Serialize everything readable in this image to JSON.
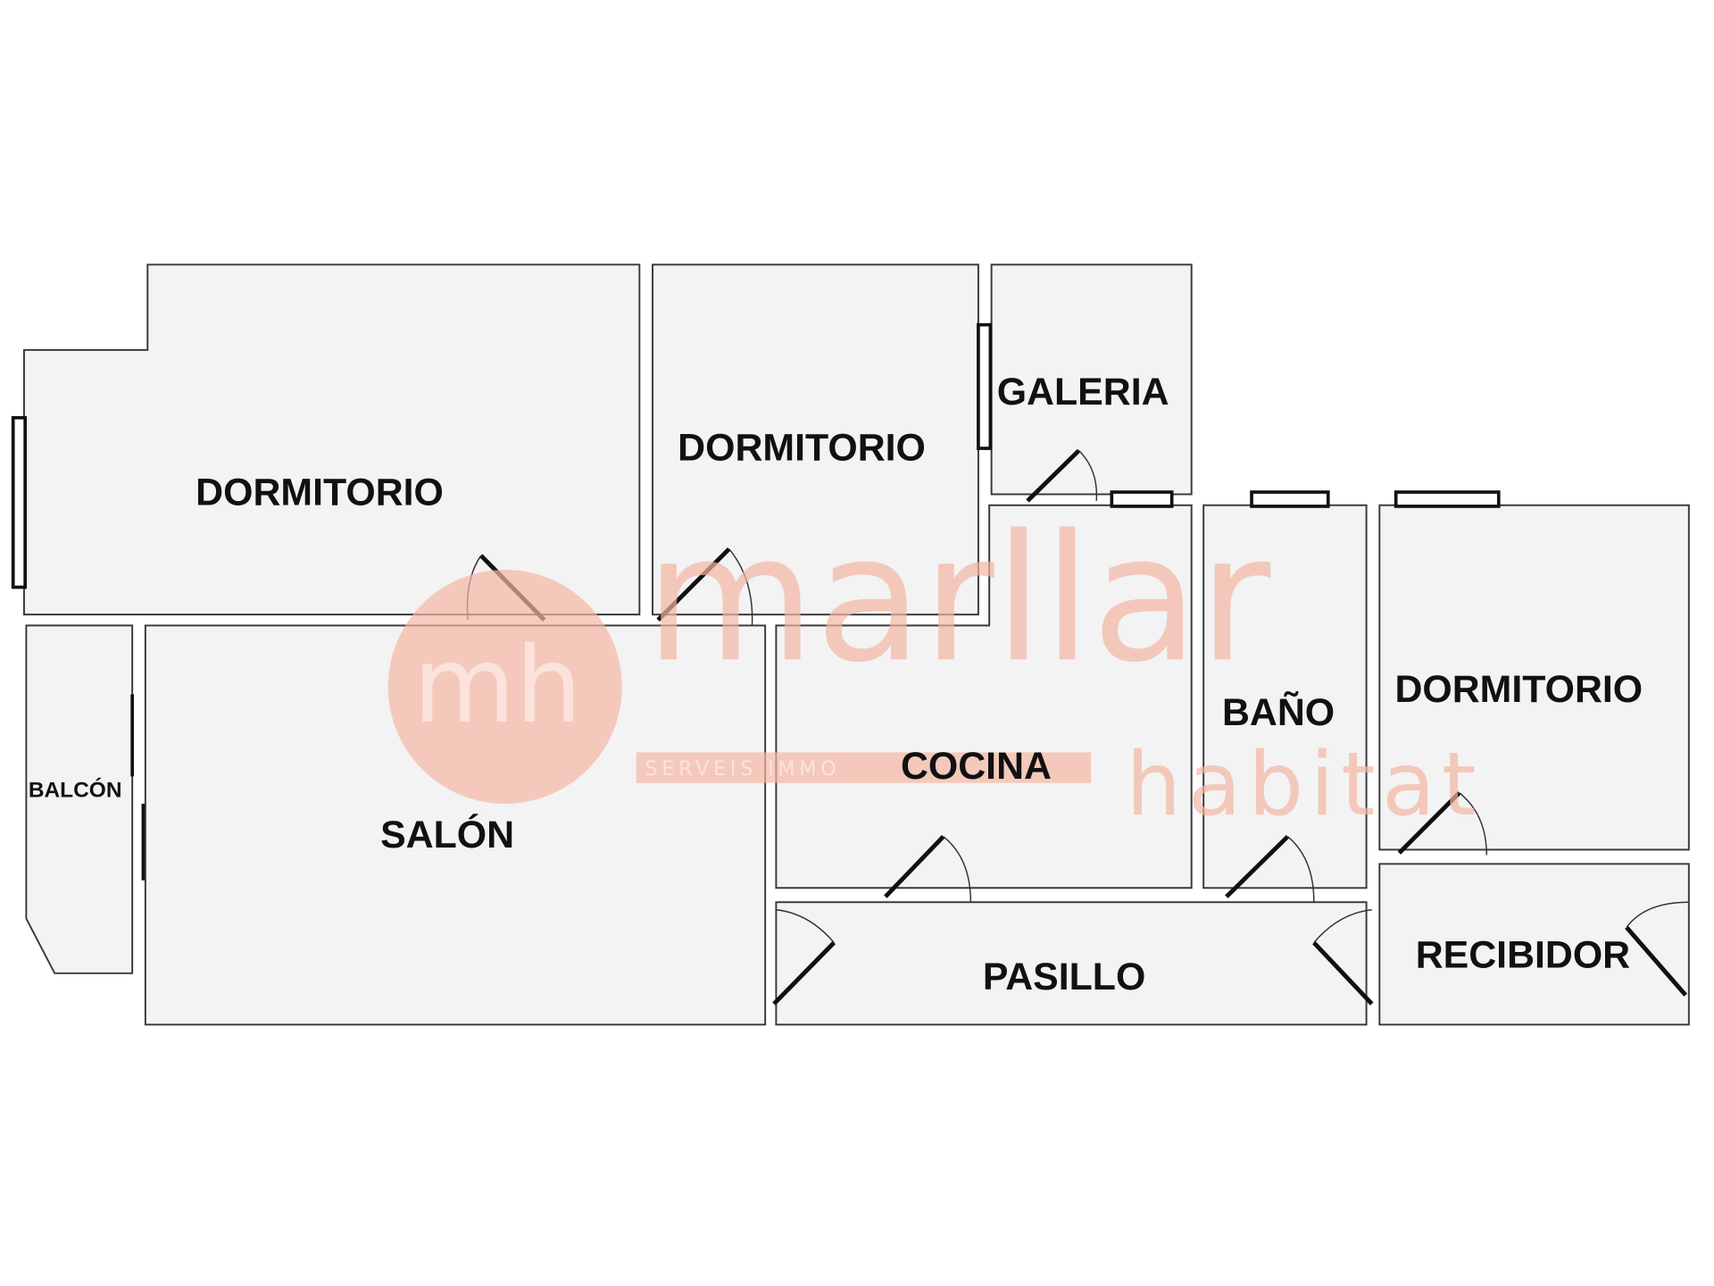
{
  "rooms": {
    "dormitorio_1": "DORMITORIO",
    "dormitorio_2": "DORMITORIO",
    "galeria": "GALERIA",
    "cocina": "COCINA",
    "bano": "BAÑO",
    "dormitorio_3": "DORMITORIO",
    "balcon": "BALCÓN",
    "salon": "SALÓN",
    "pasillo": "PASILLO",
    "recibidor": "RECIBIDOR"
  },
  "watermark": {
    "monogram": "mh",
    "brand": "marllar",
    "sub": "habitat",
    "tagline": "SERVEIS IMMO"
  },
  "colors": {
    "watermark": "#f4b6a4",
    "floor": "#f3f3f3",
    "wall": "#3a3a3a"
  }
}
